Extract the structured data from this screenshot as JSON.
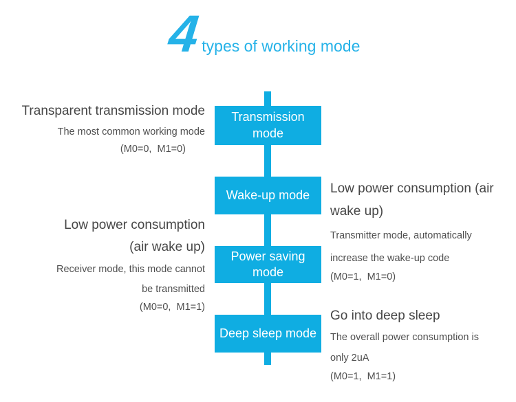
{
  "title": {
    "number": "4",
    "text": "types of working mode"
  },
  "colors": {
    "box_fill": "#0fade2",
    "title_color": "#25b2e8",
    "heading_text": "#464646",
    "body_text": "#4f4f4f",
    "box_text": "#ffffff"
  },
  "flow": {
    "boxes": [
      {
        "label": "Transmission mode"
      },
      {
        "label": "Wake-up mode"
      },
      {
        "label": "Power saving mode"
      },
      {
        "label": "Deep sleep mode"
      }
    ]
  },
  "annotations": {
    "left": [
      {
        "heading_lines": [
          "Transparent transmission mode"
        ],
        "body_lines": [
          "The most common working mode"
        ],
        "pins": "(M0=0,  M1=0)"
      },
      {
        "heading_lines": [
          "Low power consumption",
          "(air wake up)"
        ],
        "body_lines": [
          "Receiver mode, this mode cannot",
          "be transmitted"
        ],
        "pins": "(M0=0,  M1=1)"
      }
    ],
    "right": [
      {
        "heading_lines": [
          "Low power consumption (air",
          "wake up)"
        ],
        "body_lines": [
          "Transmitter mode, automatically",
          "increase the wake-up code"
        ],
        "pins": "(M0=1,  M1=0)"
      },
      {
        "heading_lines": [
          "Go into deep sleep"
        ],
        "body_lines": [
          "The overall power consumption is",
          "only 2uA"
        ],
        "pins": "(M0=1,  M1=1)"
      }
    ]
  }
}
